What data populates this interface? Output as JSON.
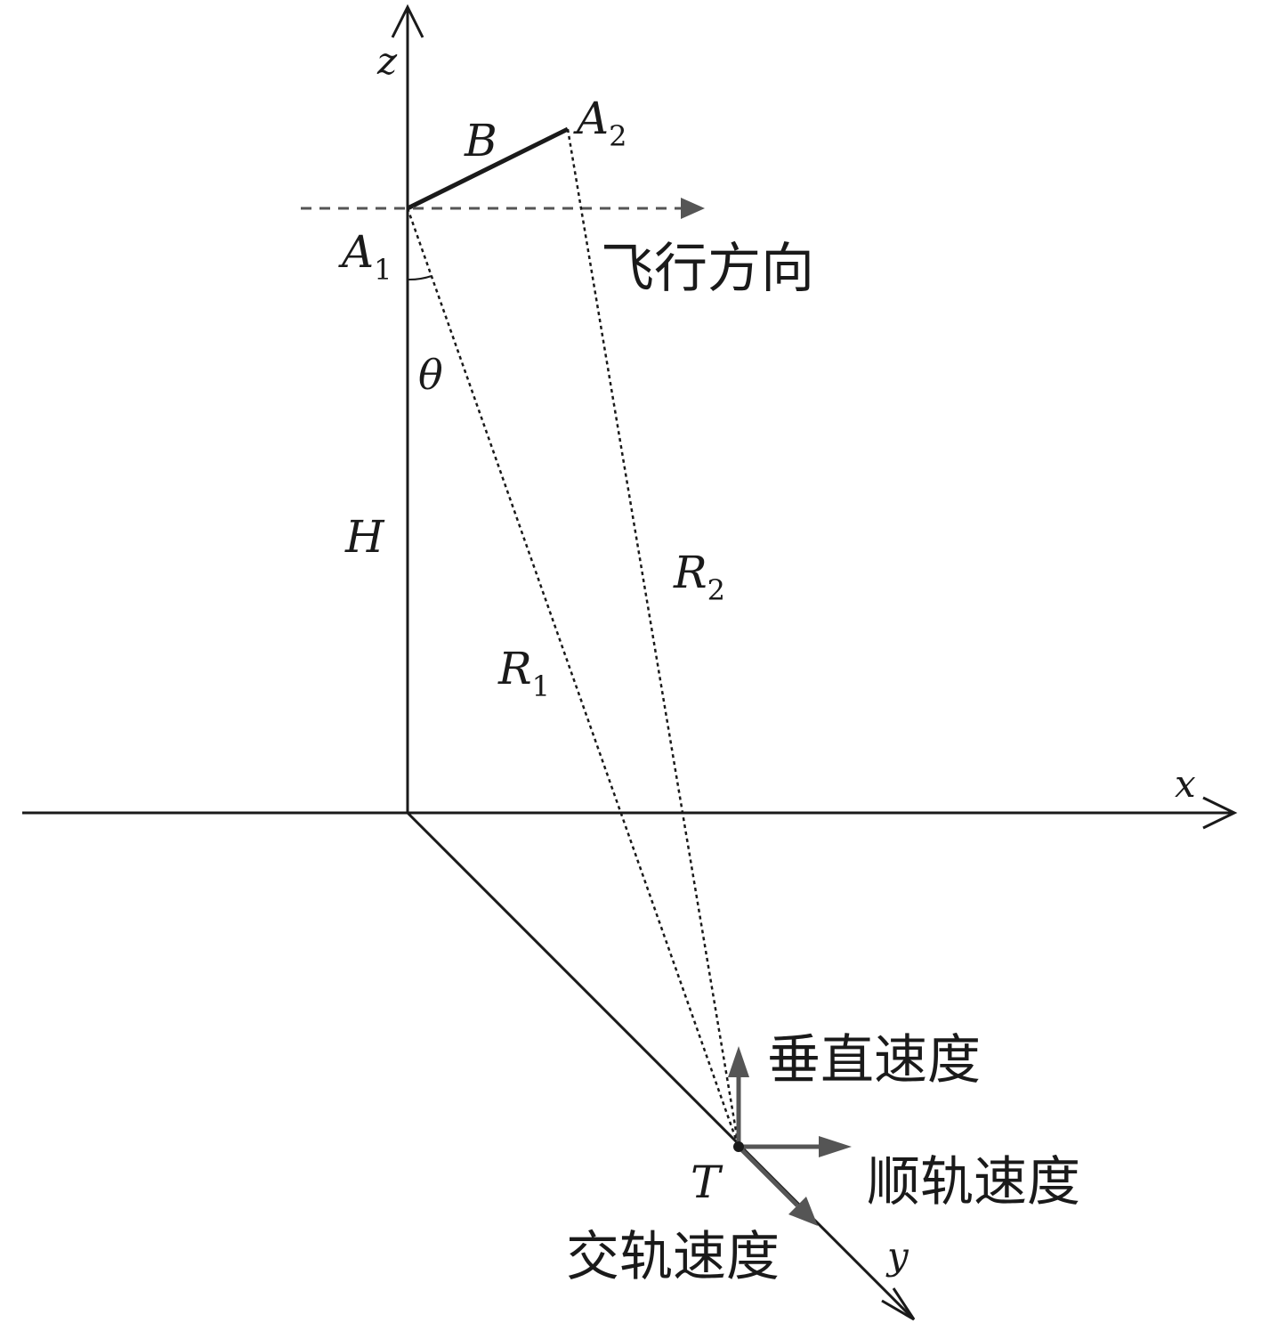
{
  "axes": {
    "x": "x",
    "y": "y",
    "z": "z"
  },
  "points": {
    "A1": {
      "main": "A",
      "sub": "1"
    },
    "A2": {
      "main": "A",
      "sub": "2"
    },
    "T": "T"
  },
  "labels": {
    "baseline": "B",
    "height": "H",
    "angle": "θ",
    "R1": {
      "main": "R",
      "sub": "1"
    },
    "R2": {
      "main": "R",
      "sub": "2"
    }
  },
  "annotations": {
    "flight_direction": "飞行方向",
    "vertical_velocity": "垂直速度",
    "along_track_velocity": "顺轨速度",
    "cross_track_velocity": "交轨速度"
  },
  "colors": {
    "line": "#1a1a1a",
    "arrow_gray": "#555555"
  }
}
